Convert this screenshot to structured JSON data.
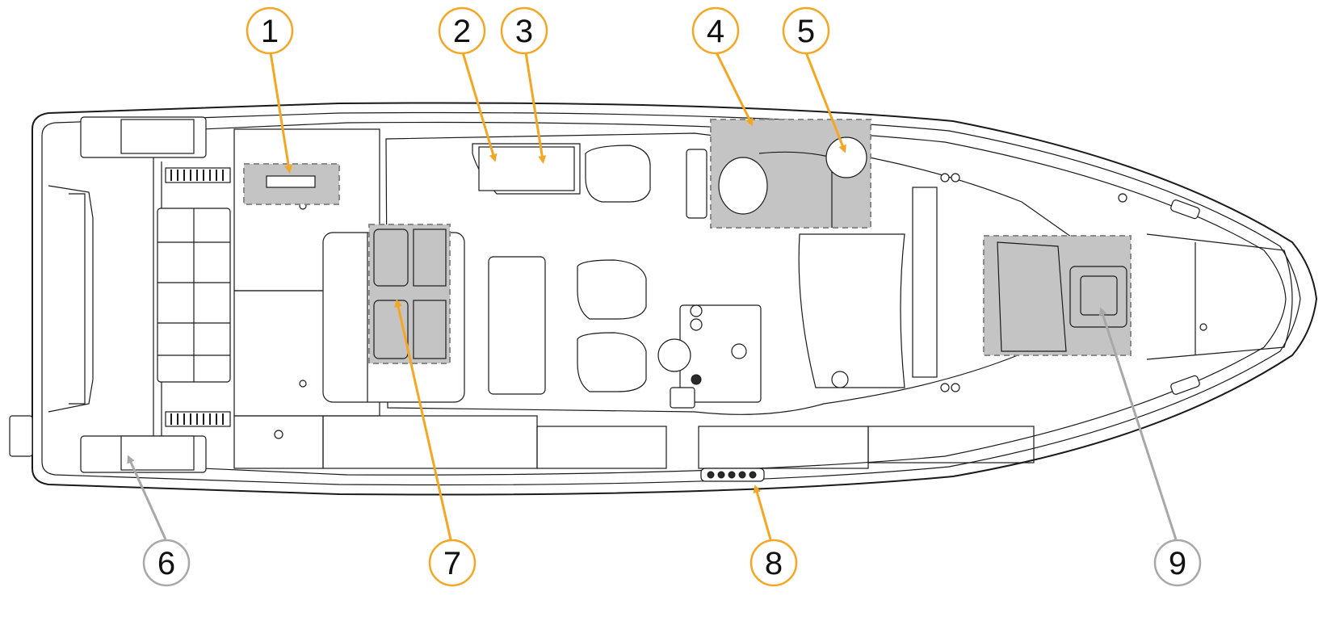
{
  "colors": {
    "orange": "#F5A623",
    "gray": "#A8A8A8",
    "zone_fill": "#C4C4C4",
    "zone_stroke": "#8A8A8A",
    "line": "#1A1A1A"
  },
  "callouts": [
    {
      "label": "1",
      "color": "orange"
    },
    {
      "label": "2",
      "color": "orange"
    },
    {
      "label": "3",
      "color": "orange"
    },
    {
      "label": "4",
      "color": "orange"
    },
    {
      "label": "5",
      "color": "orange"
    },
    {
      "label": "6",
      "color": "gray"
    },
    {
      "label": "7",
      "color": "orange"
    },
    {
      "label": "8",
      "color": "orange"
    },
    {
      "label": "9",
      "color": "gray"
    }
  ]
}
